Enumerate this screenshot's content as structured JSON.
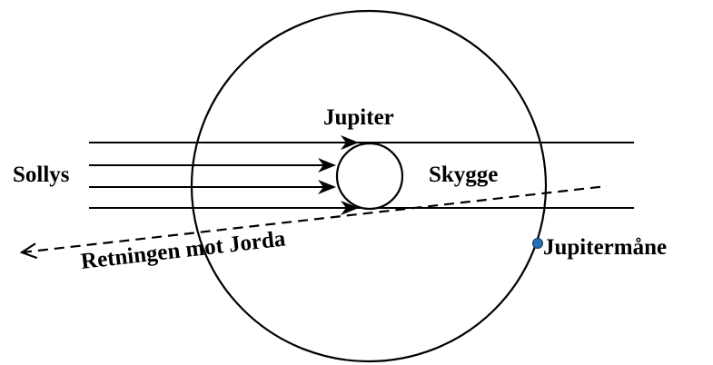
{
  "labels": {
    "jupiter": "Jupiter",
    "sunlight": "Sollys",
    "shadow": "Skygge",
    "earth_direction": "Retningen mot Jorda",
    "moon": "Jupitermåne"
  },
  "colors": {
    "line": "#000000",
    "moon": "#2a6db5",
    "background": "#ffffff"
  }
}
